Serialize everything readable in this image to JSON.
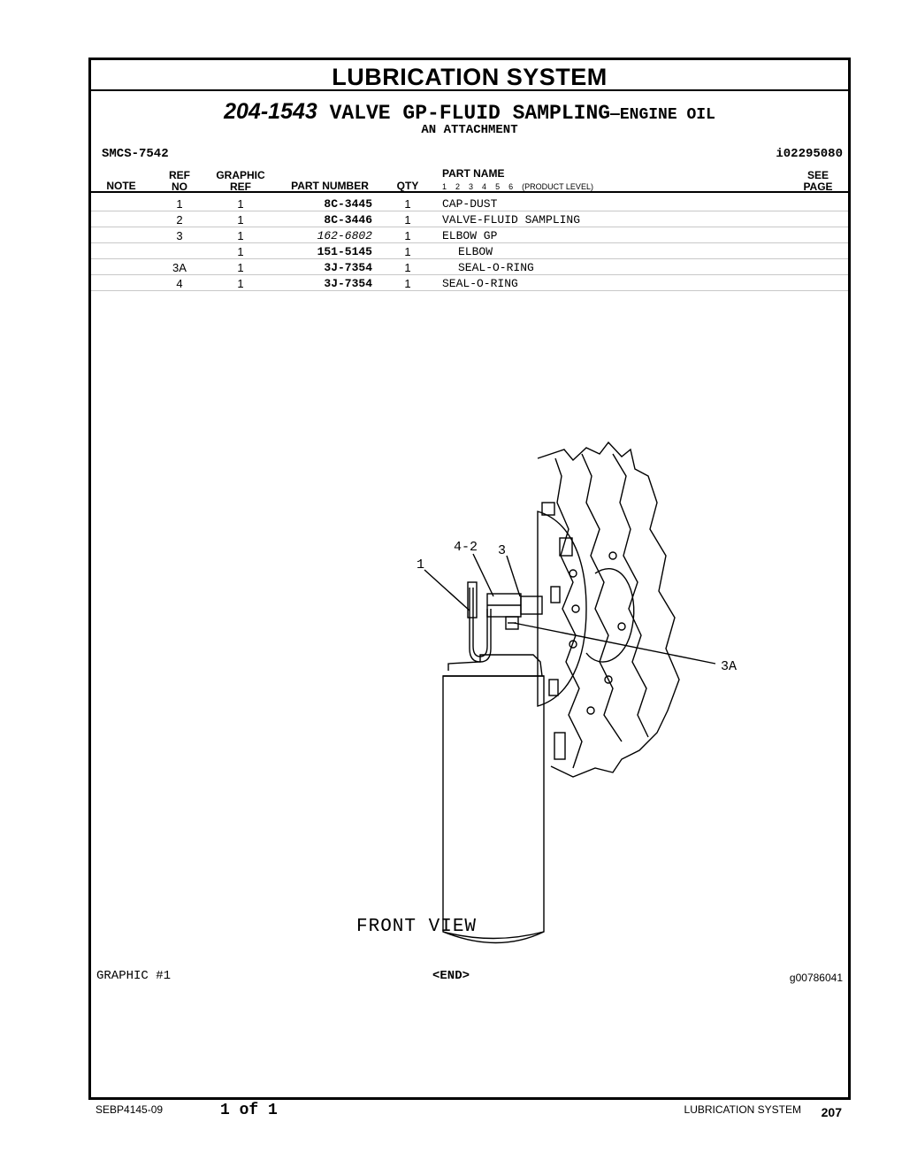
{
  "section_title": "LUBRICATION SYSTEM",
  "group": {
    "part_number": "204-1543",
    "name": "VALVE GP-FLUID SAMPLING",
    "name_suffix": "—ENGINE OIL",
    "subtitle": "AN ATTACHMENT"
  },
  "smcs": "SMCS-7542",
  "info_id": "i02295080",
  "table": {
    "headers": {
      "note": "NOTE",
      "ref_top": "REF",
      "ref_bottom": "NO",
      "graphic_top": "GRAPHIC",
      "graphic_bottom": "REF",
      "part_number": "PART NUMBER",
      "qty": "QTY",
      "part_name": "PART NAME",
      "see_top": "SEE",
      "see_bottom": "PAGE"
    },
    "product_levels": [
      "1",
      "2",
      "3",
      "4",
      "5",
      "6",
      "(PRODUCT LEVEL)"
    ],
    "rows": [
      {
        "ref": "1",
        "graphic_ref": "1",
        "part_number": "8C-3445",
        "qty": "1",
        "name": "CAP-DUST"
      },
      {
        "ref": "2",
        "graphic_ref": "1",
        "part_number": "8C-3446",
        "qty": "1",
        "name": "VALVE-FLUID SAMPLING"
      },
      {
        "ref": "3",
        "graphic_ref": "1",
        "part_number": "162-6802",
        "qty": "1",
        "name": "ELBOW GP"
      },
      {
        "ref": "",
        "graphic_ref": "1",
        "part_number": "151-5145",
        "qty": "1",
        "name": "ELBOW"
      },
      {
        "ref": "3A",
        "graphic_ref": "1",
        "part_number": "3J-7354",
        "qty": "1",
        "name": "SEAL-O-RING"
      },
      {
        "ref": "4",
        "graphic_ref": "1",
        "part_number": "3J-7354",
        "qty": "1",
        "name": "SEAL-O-RING"
      }
    ]
  },
  "graphic": {
    "callouts": [
      "1",
      "4-2",
      "3",
      "3A"
    ],
    "caption": "FRONT VIEW",
    "label": "GRAPHIC #1",
    "end": "<END>",
    "id": "g00786041"
  },
  "footer": {
    "doc": "SEBP4145-09",
    "page_of": "1 of 1",
    "section": "LUBRICATION SYSTEM",
    "page": "207"
  }
}
